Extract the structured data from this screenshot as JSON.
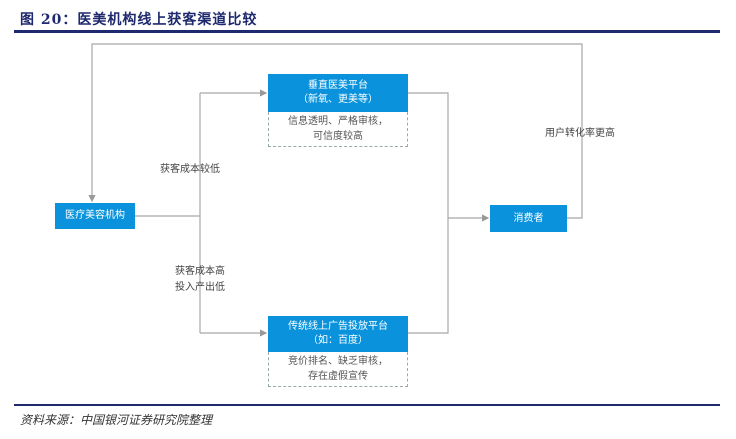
{
  "title": "图 20：医美机构线上获客渠道比较",
  "nodes": {
    "institution": "医疗美容机构",
    "vertical_platform": {
      "line1": "垂直医美平台",
      "line2": "（新氧、更美等）",
      "note1": "信息透明、严格审核，",
      "note2": "可信度较高"
    },
    "traditional_platform": {
      "line1": "传统线上广告投放平台",
      "line2": "（如：百度）",
      "note1": "竞价排名、缺乏审核，",
      "note2": "存在虚假宣传"
    },
    "consumer": "消费者"
  },
  "edge_labels": {
    "low_cost": "获客成本较低",
    "high_cost1": "获客成本高",
    "high_cost2": "投入产出低",
    "conversion": "用户转化率更高"
  },
  "source": "资料来源：中国银河证券研究院整理"
}
